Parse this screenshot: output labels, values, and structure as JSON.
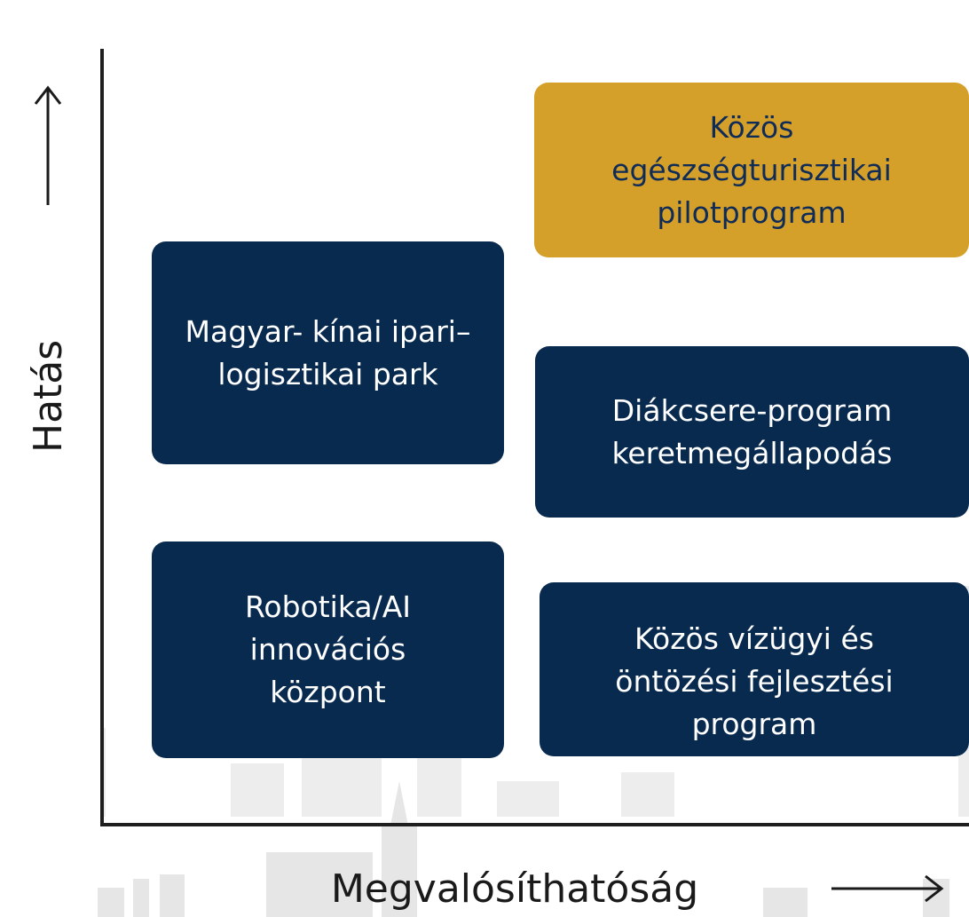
{
  "axes": {
    "y_label": "Hatás",
    "x_label": "Megvalósíthatóság"
  },
  "boxes": {
    "pilot": "Közös egészségturisztikai pilotprogram",
    "park": "Magyar- kínai ipari–logisztikai park",
    "exchange": "Diákcsere-program keretmegállapodás",
    "robotics": "Robotika/AI innovációs központ",
    "water": "Közös vízügyi és öntözési fejlesztési program"
  },
  "colors": {
    "navy": "#092a4f",
    "gold": "#d4a02a",
    "gold_text": "#0f2b57",
    "axis": "#1f1f1f"
  }
}
